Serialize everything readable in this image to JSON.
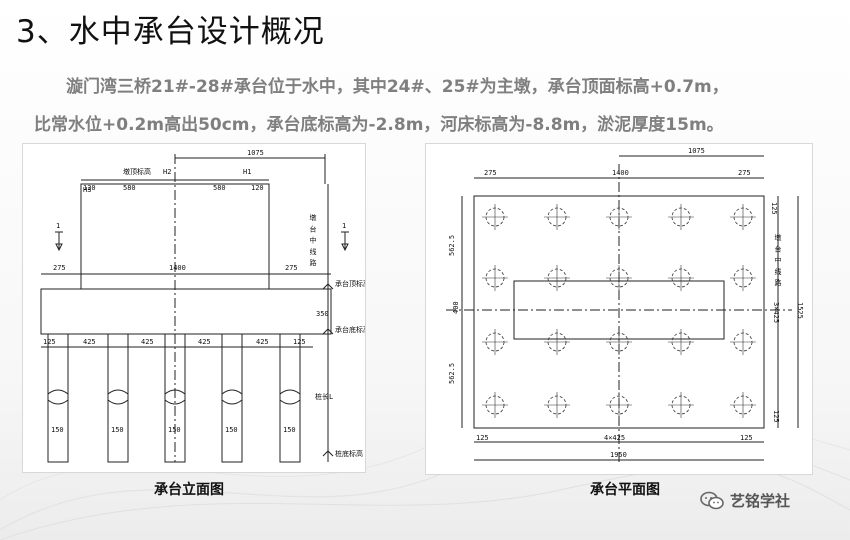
{
  "title": "3、水中承台设计概况",
  "paragraph": {
    "line1": "漩门湾三桥21#-28#承台位于水中，其中24#、25#为主墩，承台顶面标高+0.7m，",
    "line2": "比常水位+0.2m高出50cm，承台底标高为-2.8m，河床标高为-8.8m，淤泥厚度15m。"
  },
  "elevation": {
    "caption": "承台立面图",
    "dims": {
      "d1075": "1075",
      "d120a": "120",
      "d580a": "580",
      "d580b": "580",
      "d120b": "120",
      "d275a": "275",
      "d1400": "1400",
      "d275b": "275",
      "d125": "125",
      "d425a": "425",
      "d425b": "425",
      "d425c": "425",
      "d425d": "425",
      "d125b": "125",
      "d350": "350",
      "d150a": "150",
      "d150b": "150",
      "d150c": "150",
      "d150d": "150",
      "d150e": "150"
    },
    "labels": {
      "h3": "H3",
      "h2": "H2",
      "h1": "H1",
      "pier_top": "墩顶标高",
      "cap_top": "承台顶标高",
      "cap_bottom": "承台底标高",
      "pile_bottom": "桩底标高",
      "center_line": "墩 台 中 线 路",
      "section_mark": "1",
      "pile_len": "桩长L"
    }
  },
  "plan": {
    "caption": "承台平面图",
    "dims": {
      "d1075": "1075",
      "d275a": "275",
      "d1400": "1400",
      "d275b": "275",
      "d5625a": "562.5",
      "d400": "400",
      "d5625b": "562.5",
      "d125a": "125",
      "d3x425": "3×425",
      "d125b": "125",
      "d1525": "1525",
      "d125c": "125",
      "d4x425": "4×425",
      "d125d": "125",
      "d1950": "1950"
    },
    "labels": {
      "center_line": "墩 台 中 线 路"
    }
  },
  "watermark": {
    "text": "艺铭学社",
    "icon": "wechat-icon"
  }
}
